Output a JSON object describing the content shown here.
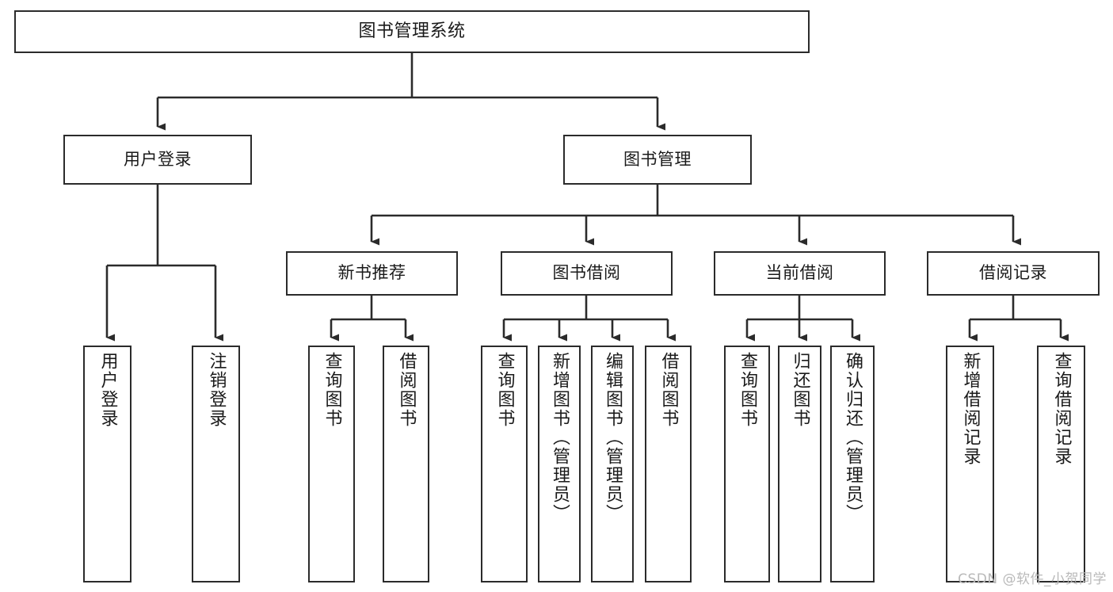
{
  "diagram": {
    "title": "图书管理系统",
    "type": "tree",
    "watermark": "CSDN @软件_小贺同学",
    "colors": {
      "box_border": "#2b2b2b",
      "box_fill": "#ffffff",
      "connector": "#2b2b2b",
      "text": "#1a1a1a",
      "watermark": "#b9b9b9",
      "background": "#ffffff"
    },
    "levels": {
      "root": {
        "label": "图书管理系统"
      },
      "level2": [
        {
          "id": "user-login",
          "label": "用户登录"
        },
        {
          "id": "book-management",
          "label": "图书管理"
        }
      ],
      "level3": [
        {
          "id": "new-book-recommend",
          "label": "新书推荐",
          "parent": "book-management"
        },
        {
          "id": "book-borrow",
          "label": "图书借阅",
          "parent": "book-management"
        },
        {
          "id": "current-borrow",
          "label": "当前借阅",
          "parent": "book-management"
        },
        {
          "id": "borrow-record",
          "label": "借阅记录",
          "parent": "book-management"
        }
      ],
      "leaves": [
        {
          "id": "leaf-user-login",
          "label": "用户登录",
          "parent": "user-login"
        },
        {
          "id": "leaf-logout-login",
          "label": "注销登录",
          "parent": "user-login"
        },
        {
          "id": "leaf-query-book-1",
          "label": "查询图书",
          "parent": "new-book-recommend"
        },
        {
          "id": "leaf-borrow-book-1",
          "label": "借阅图书",
          "parent": "new-book-recommend"
        },
        {
          "id": "leaf-query-book-2",
          "label": "查询图书",
          "parent": "book-borrow"
        },
        {
          "id": "leaf-add-book",
          "label": "新增图书（管理员）",
          "parent": "book-borrow"
        },
        {
          "id": "leaf-edit-book",
          "label": "编辑图书（管理员）",
          "parent": "book-borrow"
        },
        {
          "id": "leaf-borrow-book-2",
          "label": "借阅图书",
          "parent": "book-borrow"
        },
        {
          "id": "leaf-query-book-3",
          "label": "查询图书",
          "parent": "current-borrow"
        },
        {
          "id": "leaf-return-book",
          "label": "归还图书",
          "parent": "current-borrow"
        },
        {
          "id": "leaf-confirm-return",
          "label": "确认归还（管理员）",
          "parent": "current-borrow"
        },
        {
          "id": "leaf-add-record",
          "label": "新增借阅记录",
          "parent": "borrow-record"
        },
        {
          "id": "leaf-query-record",
          "label": "查询借阅记录",
          "parent": "borrow-record"
        }
      ]
    }
  }
}
